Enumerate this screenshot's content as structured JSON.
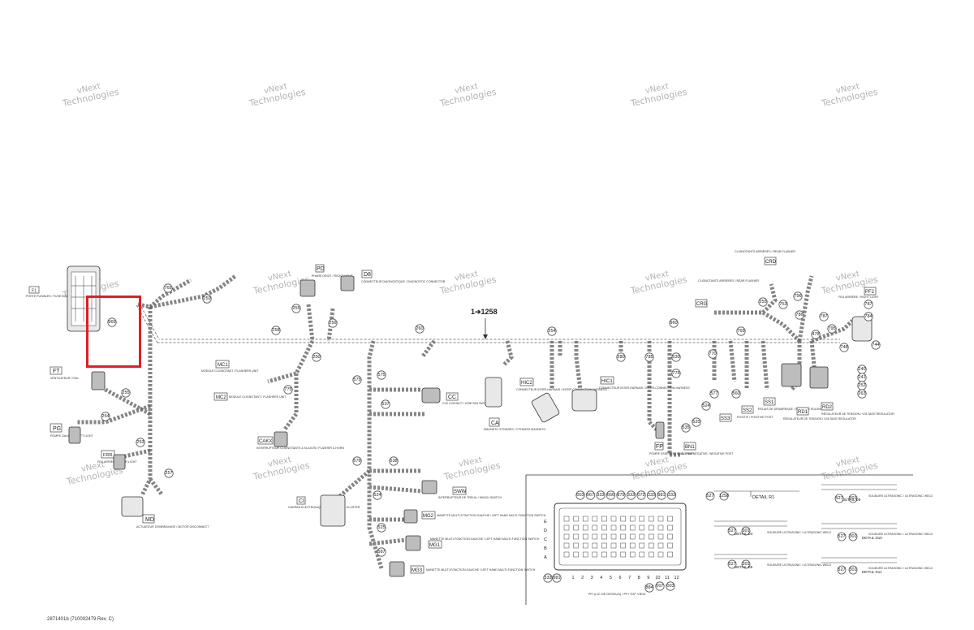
{
  "watermark": {
    "line1": "vNext",
    "line2": "Technologies"
  },
  "harness_callout": "1➔1258",
  "footer": "2871401b (710002479 Rev. C)",
  "colors": {
    "line": "#555555",
    "highlight": "#e31e24",
    "text": "#222222"
  },
  "connectors": [
    {
      "id": "F1",
      "desc": "PORTE FUSIBLES / FUSE BOX"
    },
    {
      "id": "FT",
      "desc": "VENTILATEUR / FAN"
    },
    {
      "id": "PG",
      "desc": "POMPE GAUCHE / LEFT LIGHT"
    },
    {
      "id": "FRR",
      "desc": "FEU ARRIÈRE / REAR LIGHT"
    },
    {
      "id": "MD",
      "desc": "ACTUATEUR D'EMBRAYAGE / MOTOR DISCONNECT"
    },
    {
      "id": "MC1",
      "desc": "MODULE CLIGNOTANT / FLASHERS UNIT"
    },
    {
      "id": "MC2",
      "desc": "MODULE CLIGNOTANT / FLASHERS UNIT"
    },
    {
      "id": "CAKX",
      "desc": "INTERRUPTEUR CLIGNOTANTS & KLAXON / FLASHER & HORN"
    },
    {
      "id": "CI",
      "desc": "CADRAN ÉLECTRONIQUE / ELECTRONIC CLUSTER"
    },
    {
      "id": "PD",
      "desc": "PHARE DROIT / RIGHT LIGHT"
    },
    {
      "id": "D8",
      "desc": "CONNECTEUR DIAGNOSTIQUE / DIAGNOSTIC CONNECTOR"
    },
    {
      "id": "CC",
      "desc": "CLÉ CONTACT / IGNITION SWITCH"
    },
    {
      "id": "CA",
      "desc": "MAGNÉTO 3 PHASES / 3 PHASES MAGNETO"
    },
    {
      "id": "HIC2",
      "desc": "CONNECTEUR INTER-HARNAIS / INTER-CONNECTION HARNESS"
    },
    {
      "id": "HIC1",
      "desc": "CONNECTEUR INTER-HARNAIS / INTER-CONNECTION HARNESS"
    },
    {
      "id": "SWW",
      "desc": "INTERRUPTEUR DE TREUIL / WINCH SWITCH"
    },
    {
      "id": "MG2",
      "desc": "MANETTE MULTI-FONCTION GAUCHE / LEFT HAND MULTI-FUNCTION SWITCH"
    },
    {
      "id": "MG1",
      "desc": "MANETTE MULTI-FONCTION GAUCHE / LEFT HAND MULTI-FUNCTION SWITCH"
    },
    {
      "id": "MG3",
      "desc": "MANETTE MULTI-FONCTION GAUCHE / LEFT HAND MULTI-FUNCTION SWITCH"
    },
    {
      "id": "FP",
      "desc": "POMPE ESSENCE / FUEL PUMP"
    },
    {
      "id": "BN1",
      "desc": "BORNE NÉGATIVE / NEGATIVE POST"
    },
    {
      "id": "SS2",
      "desc": "POSITIF / POSITIVE POST"
    },
    {
      "id": "SS1",
      "desc": "RELAIS DE DÉMARRAGE / STARTING SOLENOID"
    },
    {
      "id": "SS3",
      "desc": ""
    },
    {
      "id": "RD1",
      "desc": "RÉGULATEUR DE TENSION / VOLTAGE REGULATOR"
    },
    {
      "id": "RD2",
      "desc": "RÉGULATEUR DE TENSION / VOLTAGE REGULATOR"
    },
    {
      "id": "CRD",
      "desc": "CLIGNOTANTS ARRIÈRES / REAR FLASHER"
    },
    {
      "id": "CRG",
      "desc": "CLIGNOTANTS ARRIÈRES / REAR FLASHER"
    },
    {
      "id": "PF2",
      "desc": "FEU ARRIÈRE / RIGHT LIGHT"
    }
  ],
  "wire_numbers": [
    "965",
    "765",
    "256",
    "255",
    "254",
    "253",
    "257",
    "258",
    "255",
    "256",
    "260",
    "254",
    "280",
    "785",
    "776",
    "770",
    "765",
    "795",
    "960",
    "786",
    "787",
    "787",
    "784",
    "240",
    "241",
    "252",
    "263",
    "744",
    "748",
    "478",
    "796",
    "753",
    "250",
    "255",
    "250",
    "775",
    "575",
    "576",
    "575",
    "537",
    "538",
    "524",
    "525",
    "587",
    "577",
    "560",
    "524",
    "535",
    "520",
    "530"
  ],
  "detail_box": {
    "ecu_title": "PFI (LIC DE DESSUS) / PFI TOP VIEW",
    "rows": [
      "E",
      "D",
      "C",
      "B",
      "A"
    ],
    "cols": [
      "1",
      "2",
      "3",
      "4",
      "5",
      "6",
      "7",
      "8",
      "9",
      "10",
      "11",
      "12"
    ],
    "top_numbers": [
      "003",
      "967",
      "333",
      "666",
      "879",
      "333",
      "072",
      "333",
      "981",
      "333"
    ],
    "bottom_numbers": [
      "333",
      "981",
      "884",
      "007",
      "003"
    ],
    "details": [
      {
        "name": "DETAIL R1",
        "numbers": [
          "527",
          "1258"
        ]
      },
      {
        "name": "DETAIL D4",
        "caption": "SOUDURE ULTRASONIC / ULTRASONIC WELD",
        "numbers": [
          "527",
          "301"
        ]
      },
      {
        "name": "DETAIL D5",
        "caption": "SOUDURE ULTRASONIC / ULTRASONIC WELD",
        "numbers": [
          "527",
          "301"
        ]
      },
      {
        "name": "DETAIL D9",
        "caption": "SOUDURE ULTRASONIC / ULTRASONIC WELD",
        "numbers": [
          "527",
          "301"
        ]
      },
      {
        "name": "DETAIL D10",
        "caption": "SOUDURE ULTRASONIC / ULTRASONIC WELD",
        "numbers": [
          "527",
          "301"
        ]
      },
      {
        "name": "DETAIL D11",
        "caption": "SOUDURE ULTRASONIC / ULTRASONIC WELD",
        "numbers": [
          "527",
          "301"
        ]
      }
    ]
  }
}
